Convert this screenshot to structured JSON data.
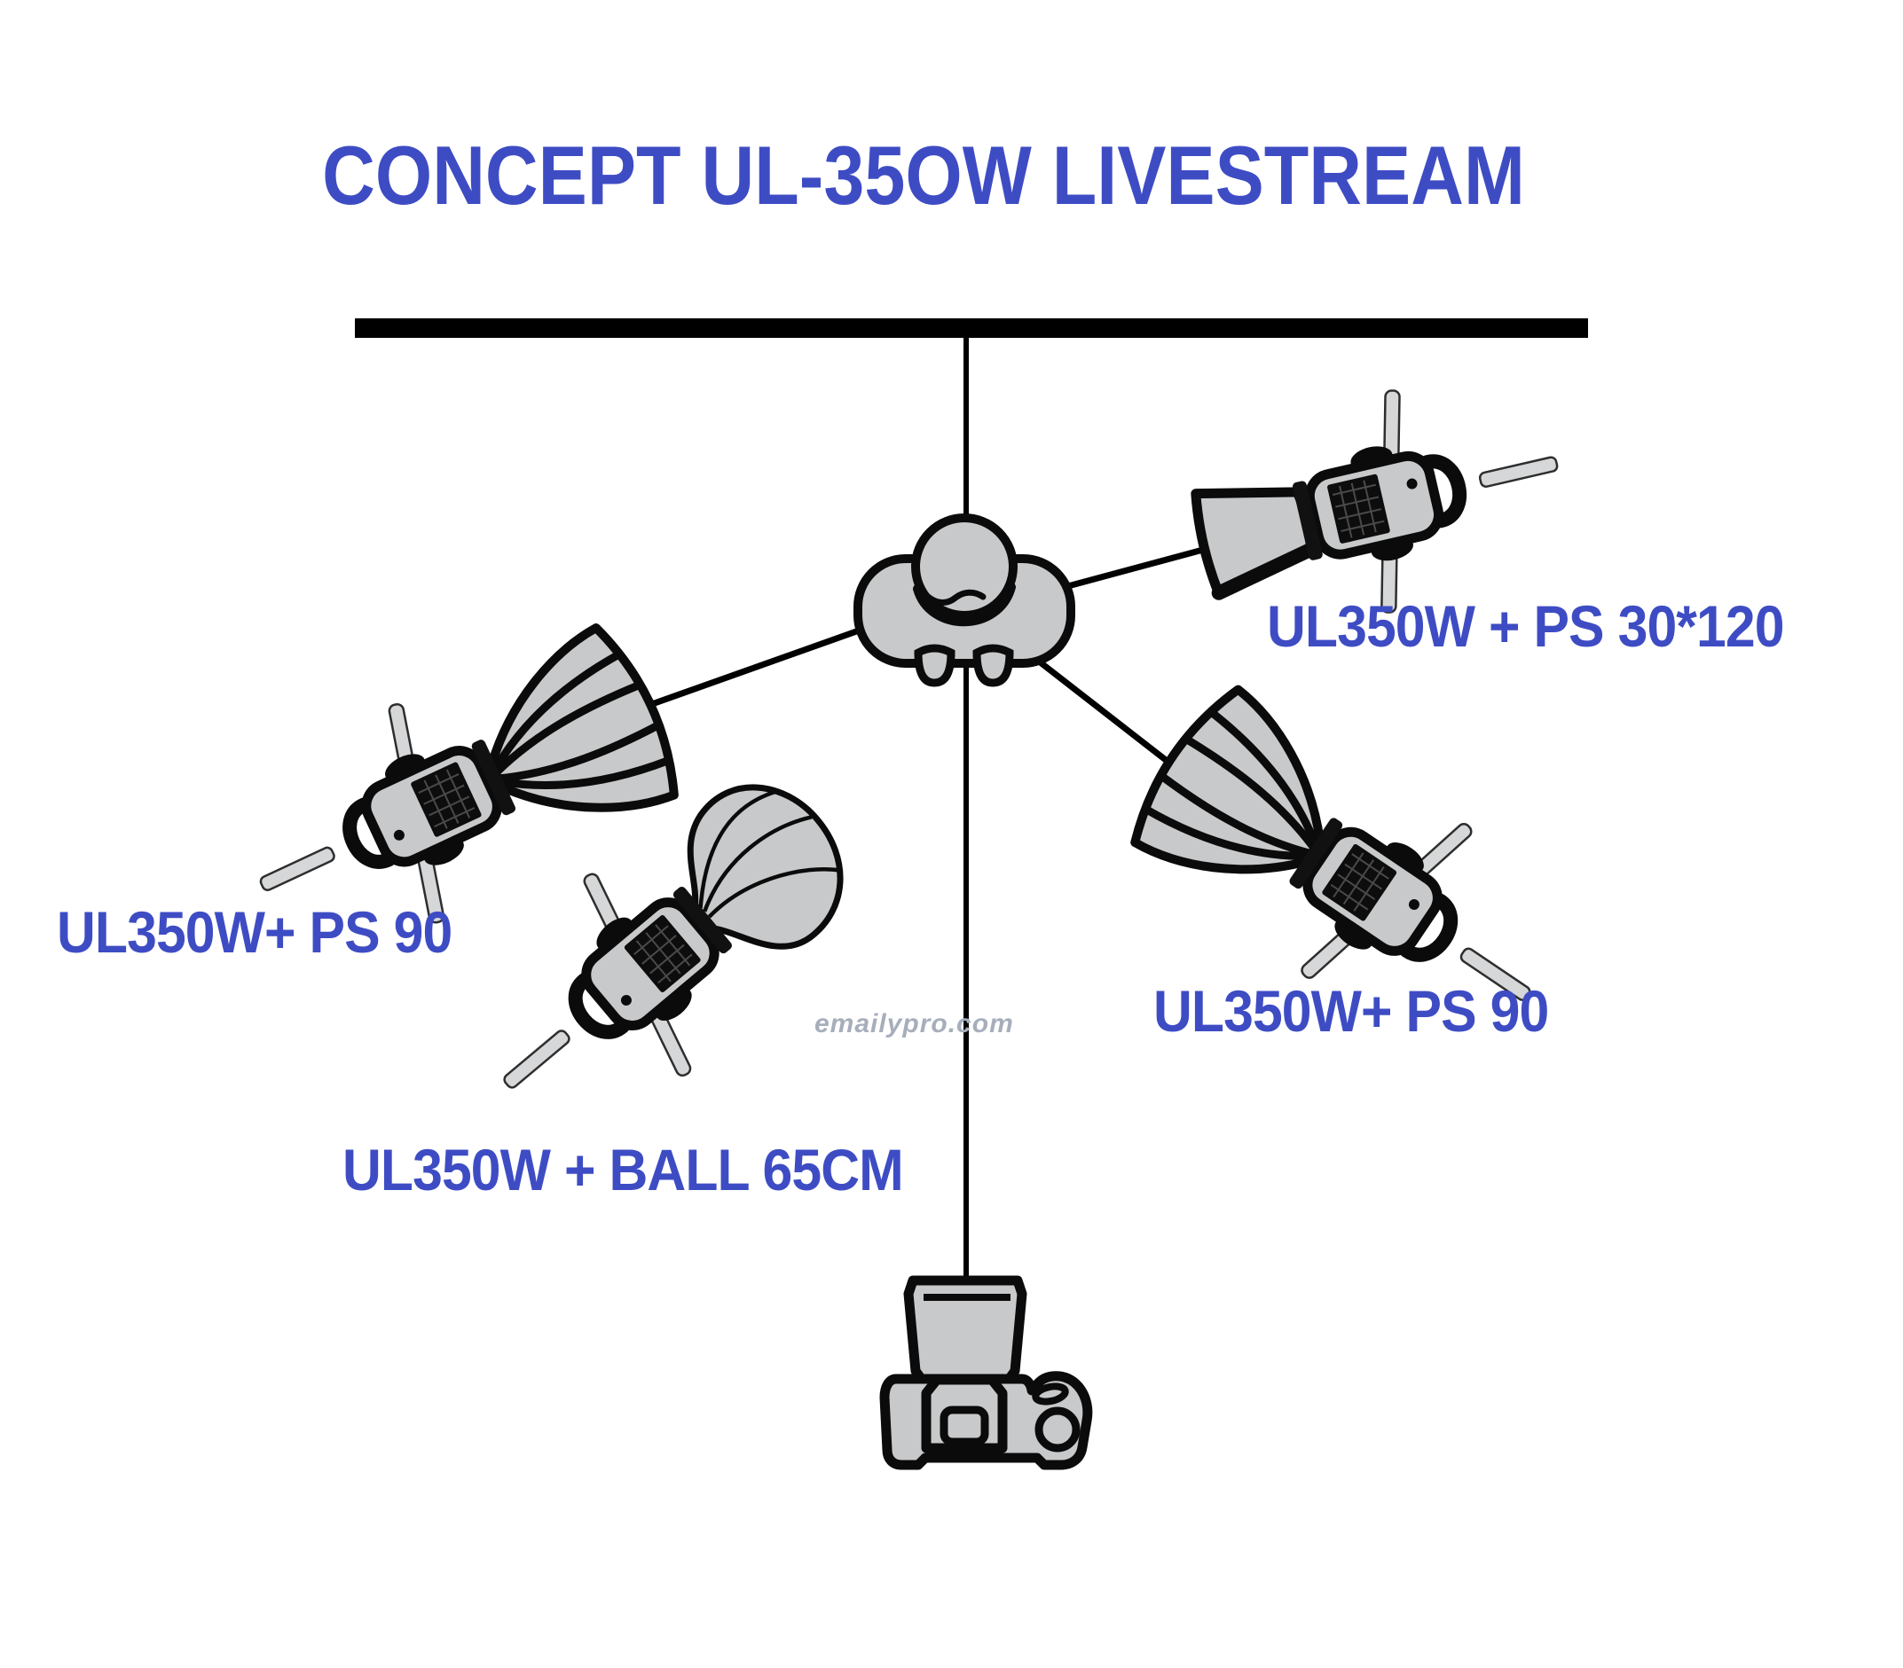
{
  "title": "CONCEPT UL-35OW LIVESTREAM",
  "watermark": "emailypro.com",
  "colors": {
    "label_blue": "#3E4CC4",
    "watermark_gray": "#A7AEBB",
    "shape_fill": "#C8C9CA",
    "shape_outline": "#0B0B0B",
    "stand_bar_gray": "#D6D7D8",
    "background": "#FFFFFF"
  },
  "scene": {
    "backdrop": "backdrop-bar",
    "subject": "person-top-view",
    "camera": "dslr-camera-top-view",
    "lights": [
      {
        "id": "left-parabolic",
        "label": "UL350W+ PS 90",
        "modifier": "parabolic-softbox-90"
      },
      {
        "id": "center-ball",
        "label": "UL350W + BALL 65CM",
        "modifier": "ball-lantern-65cm"
      },
      {
        "id": "right-strip",
        "label": "UL350W + PS 30*120",
        "modifier": "strip-softbox-30x120"
      },
      {
        "id": "right-parabolic",
        "label": "UL350W+ PS 90",
        "modifier": "parabolic-softbox-90"
      }
    ]
  }
}
